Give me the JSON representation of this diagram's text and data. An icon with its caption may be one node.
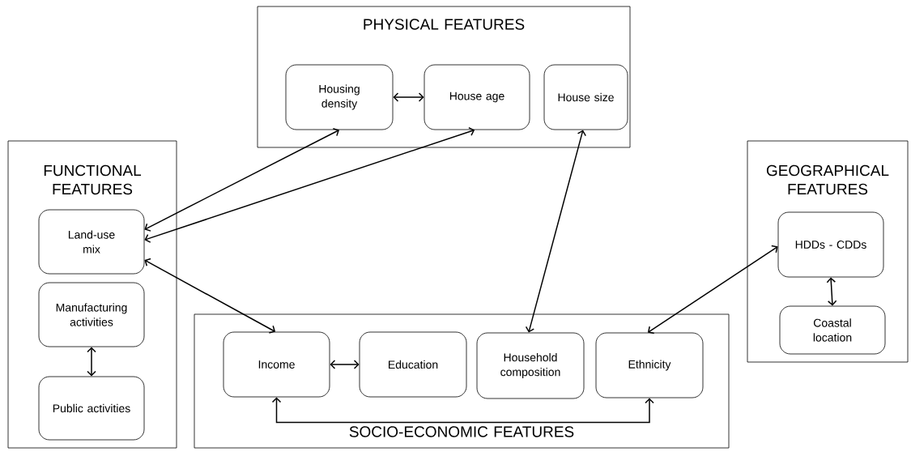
{
  "diagram": {
    "nodes": [
      {
        "text": [
          "PHYSICAL FEATURES"
        ]
      },
      {
        "text": [
          "Housing density"
        ],
        "in": 0
      },
      {
        "text": [
          "House age"
        ],
        "in": 0
      },
      {
        "text": [
          "House size"
        ],
        "in": 0
      },
      {
        "text": [
          "FUNCTIONAL FEATURES"
        ]
      },
      {
        "text": [
          "Land-use mix"
        ],
        "in": 4
      },
      {
        "text": [
          "Manufacturing activities"
        ],
        "in": 4
      },
      {
        "text": [
          "Public activities"
        ],
        "in": 4
      },
      {
        "text": [
          "SOCIO-ECONOMIC FEATURES"
        ]
      },
      {
        "text": [
          "Income"
        ],
        "in": 8
      },
      {
        "text": [
          "Education"
        ],
        "in": 8
      },
      {
        "text": [
          "Household composition"
        ],
        "in": 8
      },
      {
        "text": [
          "Ethnicity"
        ],
        "in": 8
      },
      {
        "text": [
          "GEOGRAPHICAL FEATURES"
        ]
      },
      {
        "text": [
          "HDDs - CDDs"
        ],
        "in": 13
      },
      {
        "text": [
          "Coastal location"
        ],
        "in": 13
      }
    ],
    "edges": [
      {
        "from": 1,
        "to": 2,
        "arrow": "both"
      },
      {
        "from": 1,
        "to": 5,
        "arrow": "both"
      },
      {
        "from": 2,
        "to": 5,
        "arrow": "both"
      },
      {
        "from": 3,
        "to": 11,
        "arrow": "both"
      },
      {
        "from": 5,
        "to": 9,
        "arrow": "both"
      },
      {
        "from": 9,
        "to": 10,
        "arrow": "both"
      },
      {
        "from": 9,
        "to": 12,
        "arrow": "both"
      },
      {
        "from": 12,
        "to": 14,
        "arrow": "both"
      },
      {
        "from": 14,
        "to": 15,
        "arrow": "both"
      },
      {
        "from": 6,
        "to": 7,
        "arrow": "both"
      }
    ]
  }
}
